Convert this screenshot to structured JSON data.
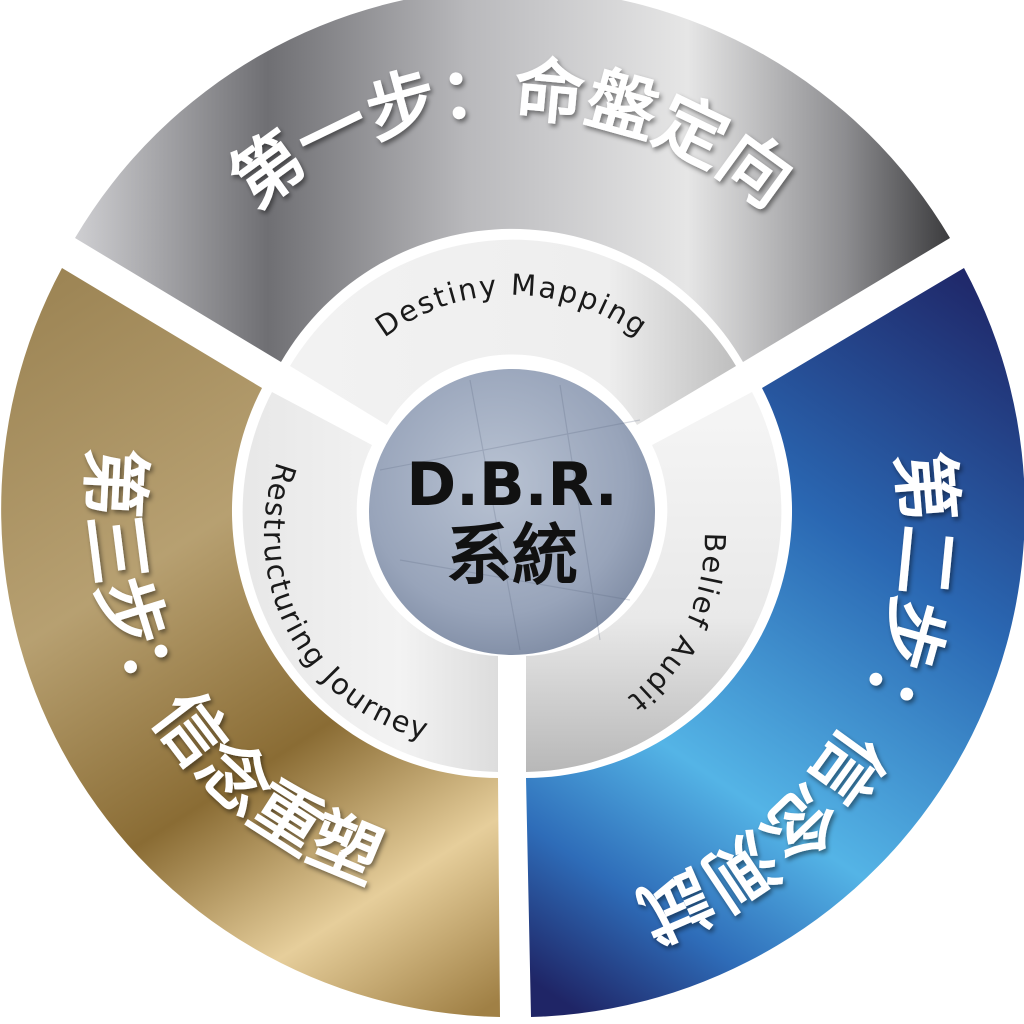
{
  "center": {
    "title": "D.B.R.",
    "subtitle": "系統"
  },
  "steps": [
    {
      "id": "step1",
      "label": "第一步：命盤定向",
      "sublabel": "Destiny Mapping",
      "theme": "silver"
    },
    {
      "id": "step2",
      "label": "第二步：信念測試",
      "sublabel": "Belief Audit",
      "theme": "blue"
    },
    {
      "id": "step3",
      "label": "第三步：信念重塑",
      "sublabel": "Restructuring Journey",
      "theme": "gold"
    }
  ],
  "colors": {
    "silver_light": "#ededed",
    "silver_dark": "#4a4a4c",
    "blue_light": "#54b4e6",
    "blue_dark": "#1f2566",
    "gold_light": "#e6ce9b",
    "gold_dark": "#8a6c34",
    "core": "#9aa6bc",
    "separator": "#ffffff"
  }
}
